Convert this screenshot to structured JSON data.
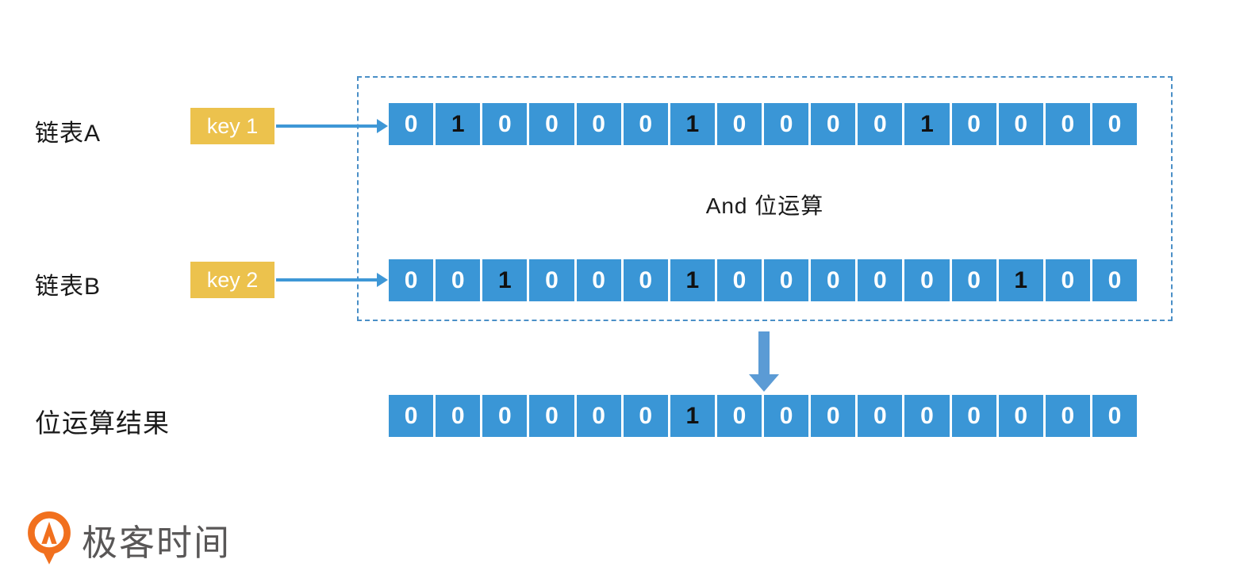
{
  "operation_label": "And 位运算",
  "rows": [
    {
      "label": "链表A",
      "key_label": "key 1",
      "bits": [
        0,
        1,
        0,
        0,
        0,
        0,
        1,
        0,
        0,
        0,
        0,
        1,
        0,
        0,
        0,
        0
      ]
    },
    {
      "label": "链表B",
      "key_label": "key 2",
      "bits": [
        0,
        0,
        1,
        0,
        0,
        0,
        1,
        0,
        0,
        0,
        0,
        0,
        0,
        1,
        0,
        0
      ]
    }
  ],
  "result": {
    "label": "位运算结果",
    "bits": [
      0,
      0,
      0,
      0,
      0,
      0,
      1,
      0,
      0,
      0,
      0,
      0,
      0,
      0,
      0,
      0
    ]
  },
  "logo": {
    "text": "极客时间",
    "icon": "geektime-pin-icon"
  },
  "colors": {
    "cell_blue": "#3a96d6",
    "arrow_blue": "#3e97d6",
    "down_arrow_blue": "#5b9bd5",
    "dotted_border": "#4a8fc7",
    "key_yellow": "#ecc24d",
    "bit_one_text": "#111111",
    "bit_zero_text": "#ffffff",
    "label_text": "#1a1a1a",
    "logo_orange": "#f1701e",
    "logo_text": "#595757"
  }
}
